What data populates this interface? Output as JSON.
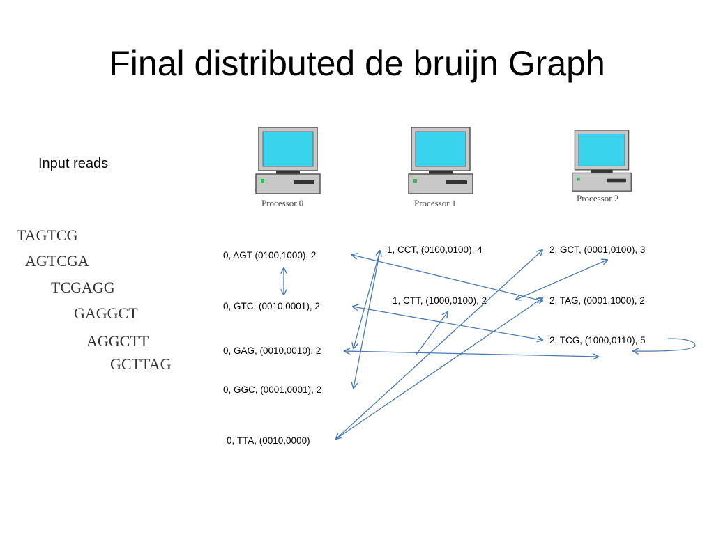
{
  "title": "Final distributed de bruijn Graph",
  "input_label": "Input reads",
  "reads": [
    "TAGTCG",
    "AGTCGA",
    "TCGAGG",
    "GAGGCT",
    "AGGCTT",
    "GCTTAG"
  ],
  "processors": [
    {
      "caption": "Processor 0",
      "icon": "computer-icon"
    },
    {
      "caption": "Processor 1",
      "icon": "computer-icon"
    },
    {
      "caption": "Processor 2",
      "icon": "computer-icon"
    }
  ],
  "nodes": {
    "agt": "0, AGT  (0100,1000), 2",
    "gtc": "0, GTC,  (0010,0001), 2",
    "gag": "0, GAG,  (0010,0010), 2",
    "ggc": "0, GGC,  (0001,0001), 2",
    "tta": "0, TTA,  (0010,0000)",
    "cct": "1, CCT,  (0100,0100), 4",
    "ctt": "1, CTT,  (1000,0100), 2",
    "gct": "2, GCT,  (0001,0100), 3",
    "tag": "2, TAG,  (0001,1000), 2",
    "tcg": "2, TCG,  (1000,0110), 5"
  },
  "colors": {
    "edge": "#4a7ab5",
    "screen": "#39d3ee",
    "case": "#c8c8c8"
  }
}
